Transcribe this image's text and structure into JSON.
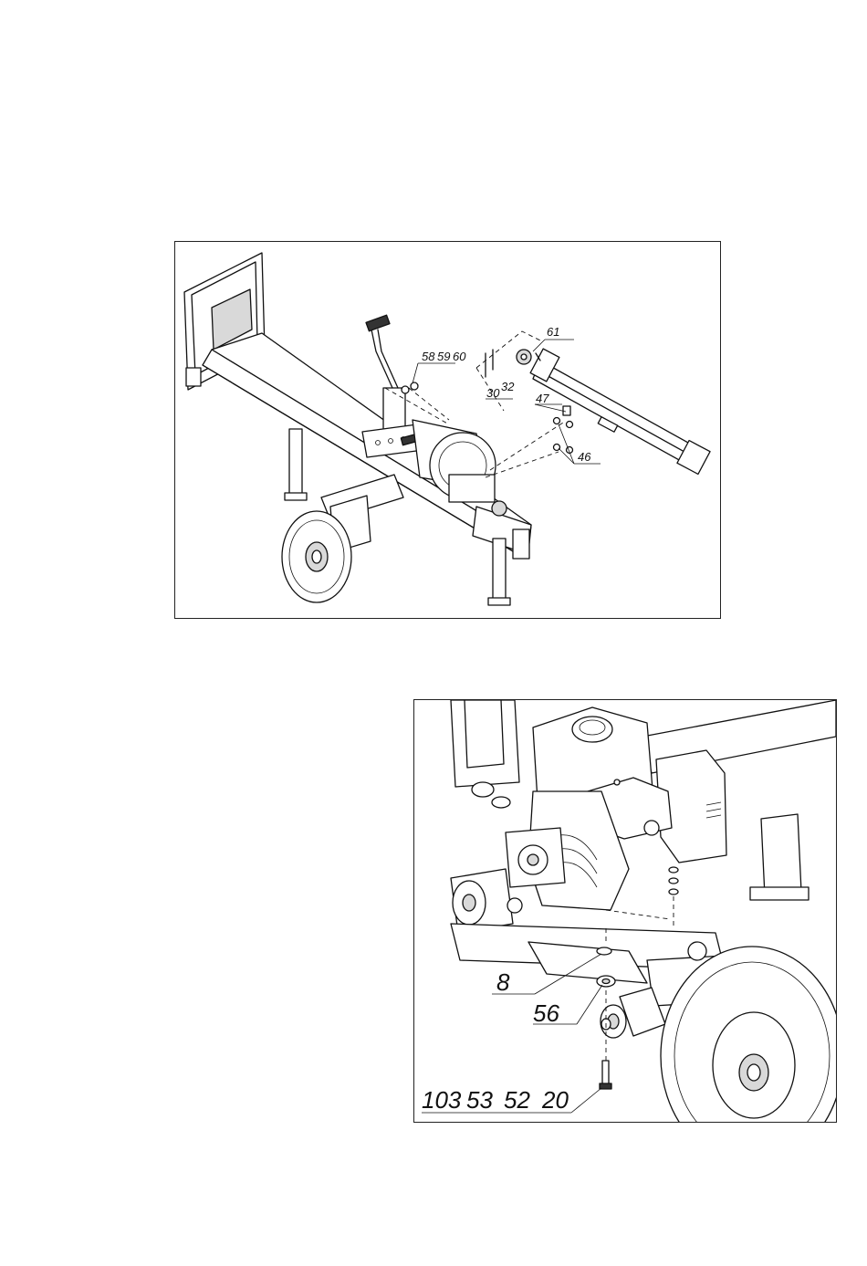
{
  "figures": [
    {
      "id": "top",
      "callouts": [
        "58",
        "59",
        "60",
        "61",
        "30",
        "32",
        "47",
        "46"
      ]
    },
    {
      "id": "bottom",
      "callouts": [
        "8",
        "56",
        "103",
        "53",
        "52",
        "20"
      ]
    }
  ]
}
